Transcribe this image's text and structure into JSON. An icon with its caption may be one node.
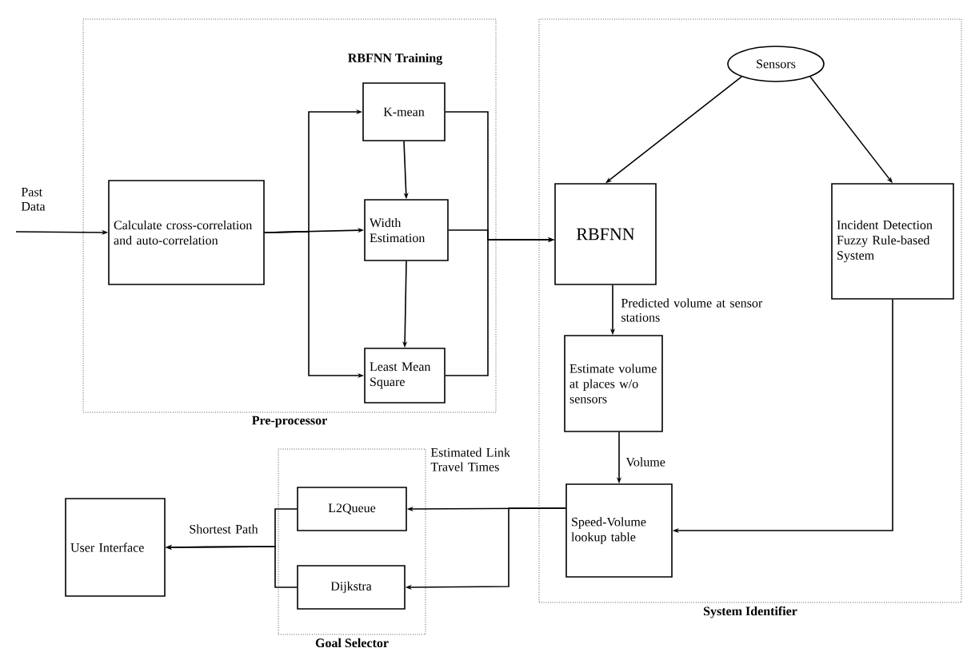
{
  "diagram": {
    "nodes": [
      {
        "text": [
          "Pre-processor"
        ]
      },
      {
        "text": [
          "System Identifier"
        ]
      },
      {
        "text": [
          "Goal Selector"
        ]
      },
      {
        "text": [
          "Calculate cross-correlation and auto-correlation"
        ],
        "in": 0
      },
      {
        "text": [
          "K-mean"
        ],
        "in": 0
      },
      {
        "text": [
          "Width Estimation"
        ],
        "in": 0
      },
      {
        "text": [
          "Least Mean Square"
        ],
        "in": 0
      },
      {
        "text": [
          "Sensors"
        ],
        "in": 1
      },
      {
        "text": [
          "RBFNN"
        ],
        "in": 1
      },
      {
        "text": [
          "Incident Detection Fuzzy Rule-based System"
        ],
        "in": 1
      },
      {
        "text": [
          "Estimate volume at places w/o sensors"
        ],
        "in": 1
      },
      {
        "text": [
          "Speed-Volume lookup table"
        ],
        "in": 1
      },
      {
        "text": [
          "L2Queue"
        ],
        "in": 2
      },
      {
        "text": [
          "Dijkstra"
        ],
        "in": 2
      },
      {
        "text": [
          "User Interface"
        ]
      }
    ],
    "edges": [
      {
        "from": null,
        "to": 3,
        "arrow": "to",
        "label": "Past Data"
      },
      {
        "from": 3,
        "to": 4,
        "arrow": "to"
      },
      {
        "from": 3,
        "to": 5,
        "arrow": "to"
      },
      {
        "from": 3,
        "to": 6,
        "arrow": "to"
      },
      {
        "from": 4,
        "to": 5,
        "arrow": "to"
      },
      {
        "from": 5,
        "to": 6,
        "arrow": "to"
      },
      {
        "from": 4,
        "to": 8,
        "arrow": "to"
      },
      {
        "from": 5,
        "to": 8,
        "arrow": "to"
      },
      {
        "from": 6,
        "to": 8,
        "arrow": "to"
      },
      {
        "from": 7,
        "to": 8,
        "arrow": "to"
      },
      {
        "from": 7,
        "to": 9,
        "arrow": "to"
      },
      {
        "from": 8,
        "to": 10,
        "arrow": "to",
        "label": "Predicted volume at sensor stations"
      },
      {
        "from": 10,
        "to": 11,
        "arrow": "to",
        "label": "Volume"
      },
      {
        "from": 9,
        "to": 11,
        "arrow": "to"
      },
      {
        "from": 11,
        "to": 12,
        "arrow": "to",
        "label": "Estimated Link Travel Times"
      },
      {
        "from": 11,
        "to": 13,
        "arrow": "to"
      },
      {
        "from": 12,
        "to": 14,
        "arrow": "to",
        "label": "Shortest Path"
      },
      {
        "from": 13,
        "to": 14,
        "arrow": "to"
      }
    ],
    "labels": [
      "RBFNN Training"
    ]
  }
}
